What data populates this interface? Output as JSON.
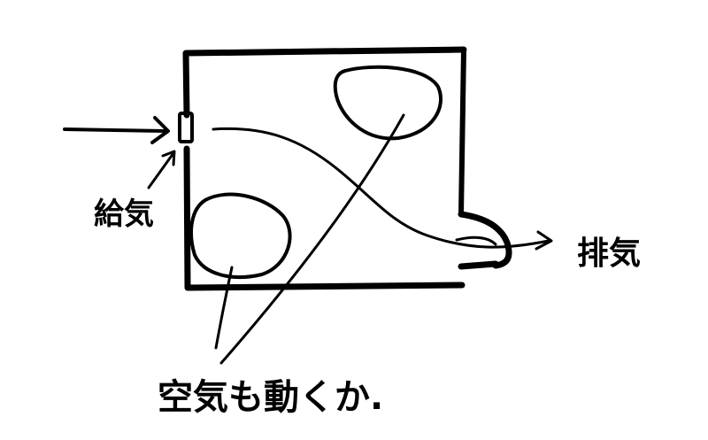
{
  "labels": {
    "supply": "給気",
    "exhaust": "排気",
    "air_moves": "空気も動くか."
  },
  "colors": {
    "ink": "#000000",
    "paper": "#ffffff"
  }
}
